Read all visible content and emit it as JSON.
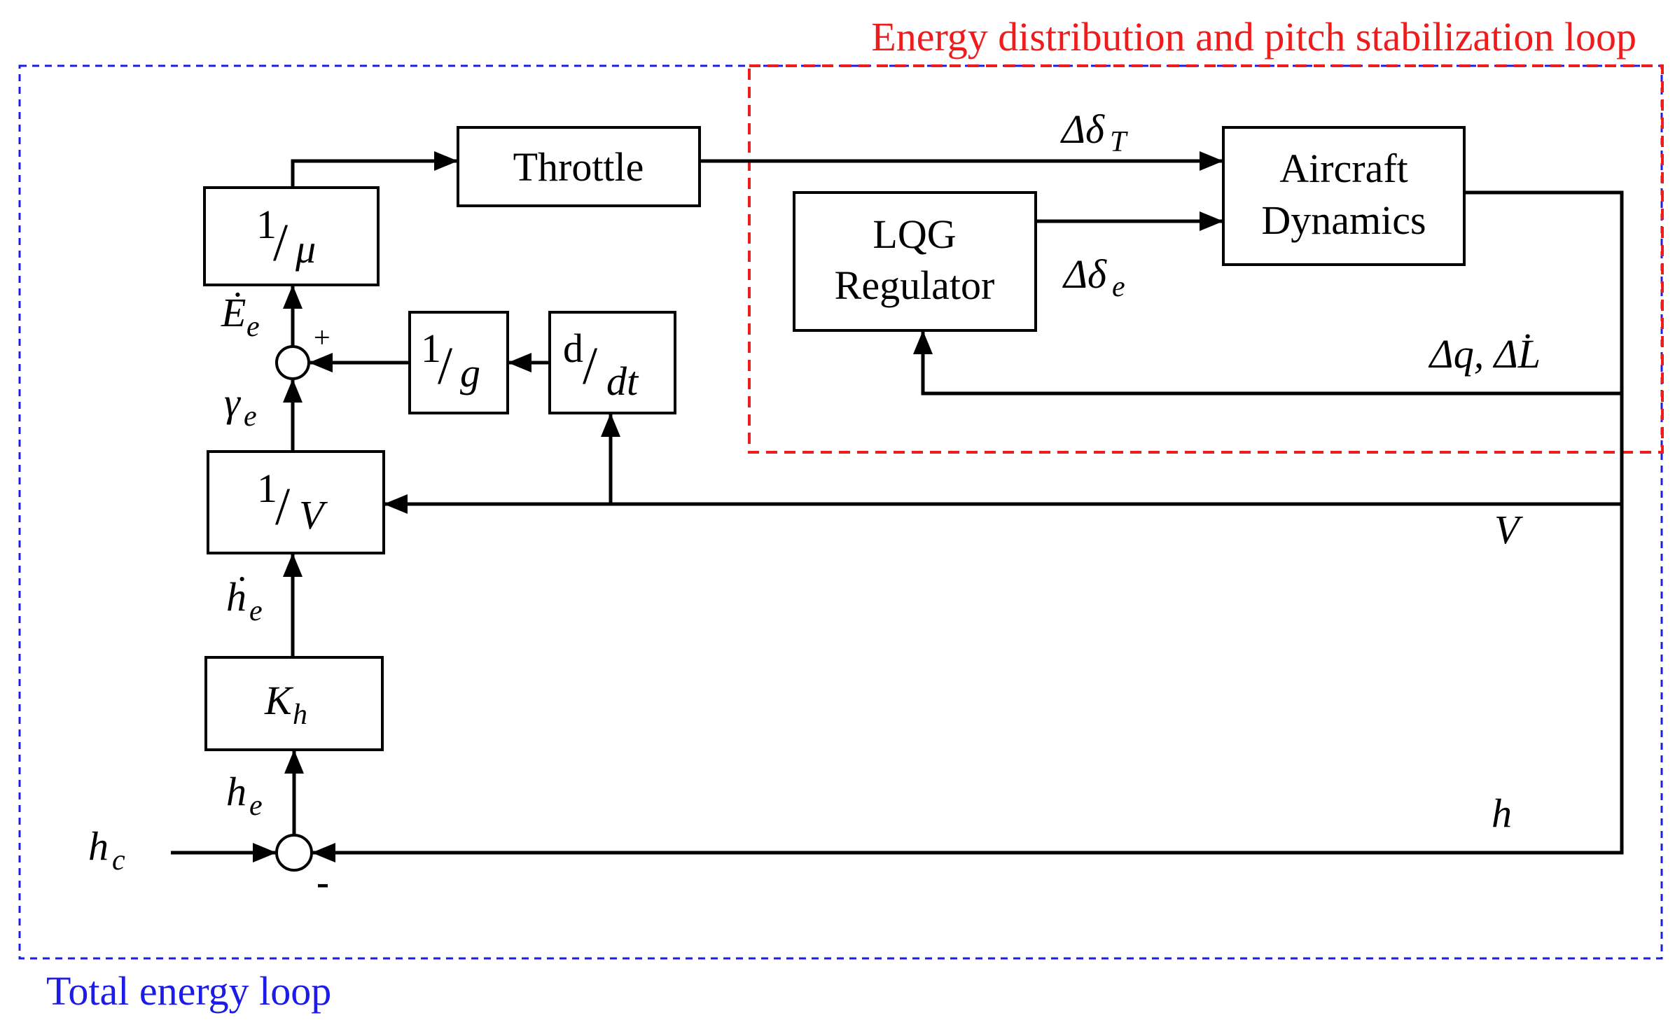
{
  "loops": {
    "inner_title": "Energy distribution and pitch stabilization loop",
    "outer_title": "Total energy loop",
    "inner_color": "#ee1c1c",
    "outer_color": "#1c1ce8"
  },
  "blocks": {
    "throttle": "Throttle",
    "aircraft_line1": "Aircraft",
    "aircraft_line2": "Dynamics",
    "lqg_line1": "LQG",
    "lqg_line2": "Regulator",
    "inv_mu": {
      "num": "1",
      "den": "μ"
    },
    "inv_g": {
      "num": "1",
      "den": "g"
    },
    "ddt": {
      "num": "d",
      "den": "dt"
    },
    "inv_v": {
      "num": "1",
      "den": "V"
    },
    "kh": {
      "main": "K",
      "sub": "h"
    }
  },
  "signals": {
    "delta_t": {
      "main": "Δδ",
      "sub": "T"
    },
    "delta_e": {
      "main": "Δδ",
      "sub": "e"
    },
    "dq_dl": "Δq, ΔL̇",
    "v": "V",
    "h": "h",
    "hc": {
      "main": "h",
      "sub": "c"
    },
    "he": {
      "main": "h",
      "sub": "e"
    },
    "he_dot": {
      "main": "ḣ",
      "sub": "e"
    },
    "gamma_e": {
      "main": "γ",
      "sub": "e"
    },
    "ee_dot": {
      "main": "Ė",
      "sub": "e"
    },
    "plus_sign": "+",
    "minus_sign": "-"
  }
}
